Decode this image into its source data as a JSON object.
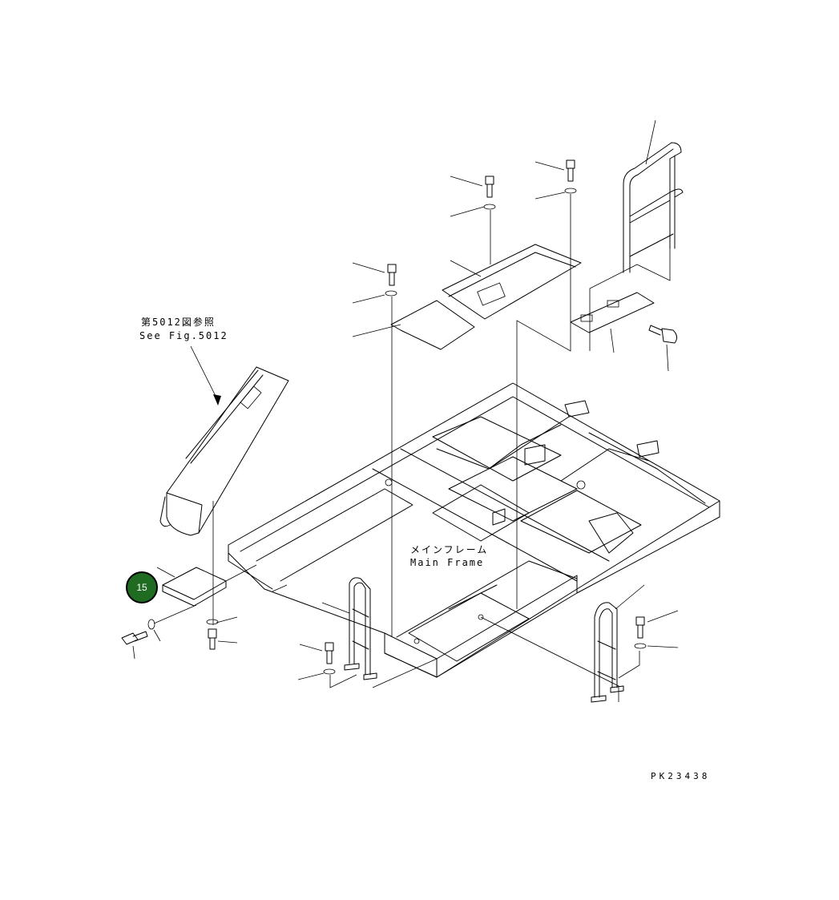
{
  "diagram": {
    "callout_ref_jp": "第5012図参照",
    "callout_ref_en": "See Fig.5012",
    "frame_label_jp": "メインフレーム",
    "frame_label_en": "Main Frame",
    "drawing_code": "PK23438",
    "part_badge": {
      "number": "15",
      "color": "#1f6b22"
    }
  }
}
